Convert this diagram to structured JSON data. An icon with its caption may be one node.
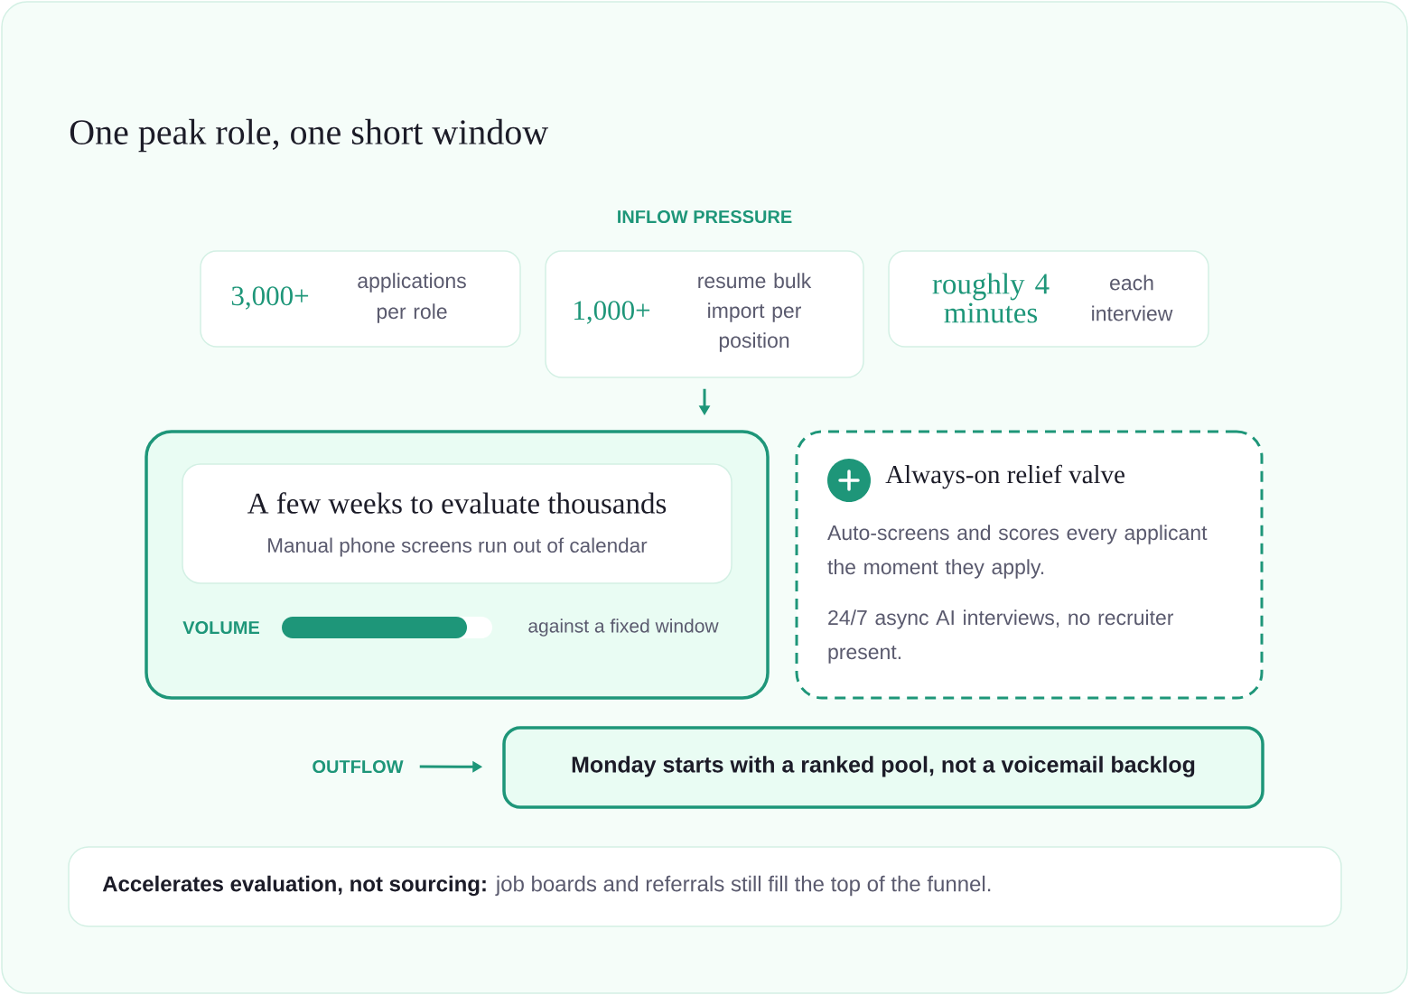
{
  "diagram": {
    "title": "One peak role, one short window",
    "nodes": [
      {
        "text": [
          "3,000+",
          "applications per role"
        ]
      },
      {
        "text": [
          "1,000+",
          "resume bulk import per position"
        ]
      },
      {
        "text": [
          "roughly 4 minutes",
          "each interview"
        ]
      },
      {
        "text": [
          "VOLUME",
          "against a fixed window"
        ]
      },
      {
        "text": [
          "A few weeks to evaluate thousands",
          "Manual phone screens run out of calendar"
        ],
        "in": 3
      },
      {
        "text": [
          "Always-on relief valve",
          "Auto-screens and scores every applicant the moment they apply.",
          "24/7 async AI interviews, no recruiter present."
        ]
      },
      {
        "text": [
          "OUTFLOW"
        ]
      },
      {
        "text": [
          "Monday starts with a ranked pool, not a voicemail backlog"
        ]
      },
      {
        "text": [
          "**Accelerates evaluation, not sourcing:** job boards and referrals still fill the top of the funnel."
        ]
      }
    ],
    "edges": [
      {
        "from": 1,
        "to": 3,
        "arrow": "to"
      },
      {
        "from": 6,
        "to": 7,
        "arrow": "to"
      }
    ],
    "labels": [
      "INFLOW PRESSURE"
    ]
  }
}
